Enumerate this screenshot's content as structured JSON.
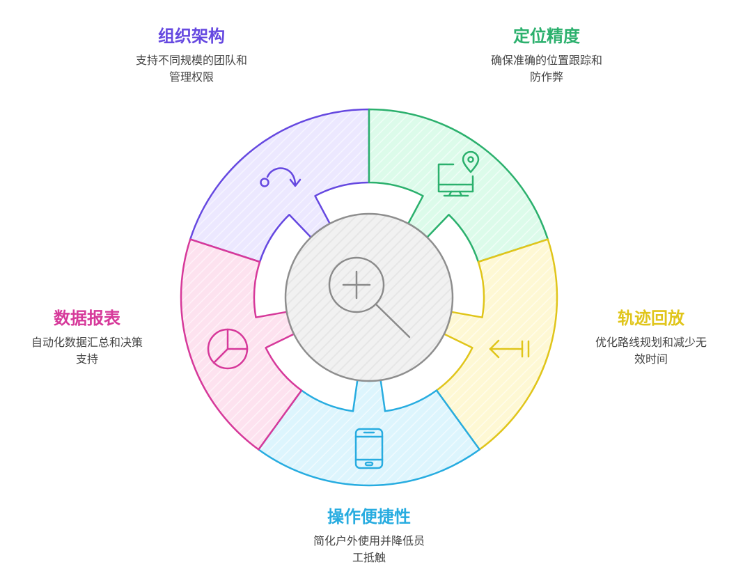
{
  "center": {
    "icon": "zoom-in-icon"
  },
  "segments": [
    {
      "id": "org",
      "title": "组织架构",
      "desc_lines": [
        "支持不同规模的团队和",
        "管理权限"
      ],
      "icon": "redo-arrow-icon",
      "stroke": "#6548e0",
      "fill": "#ece8ff"
    },
    {
      "id": "precision",
      "title": "定位精度",
      "desc_lines": [
        "确保准确的位置跟踪和",
        "防作弊"
      ],
      "icon": "monitor-location-icon",
      "stroke": "#2bb06d",
      "fill": "#dcfbea"
    },
    {
      "id": "track",
      "title": "轨迹回放",
      "desc_lines": [
        "优化路线规划和减少无",
        "效时间"
      ],
      "icon": "arrow-left-pause-icon",
      "stroke": "#e0c51a",
      "fill": "#fef8d4"
    },
    {
      "id": "usability",
      "title": "操作便捷性",
      "desc_lines": [
        "简化户外使用并降低员",
        "工抵触"
      ],
      "icon": "smartphone-icon",
      "stroke": "#27ace0",
      "fill": "#ddf5fd"
    },
    {
      "id": "reports",
      "title": "数据报表",
      "desc_lines": [
        "自动化数据汇总和决策",
        "支持"
      ],
      "icon": "pie-chart-icon",
      "stroke": "#d6399a",
      "fill": "#fde2ef"
    }
  ]
}
